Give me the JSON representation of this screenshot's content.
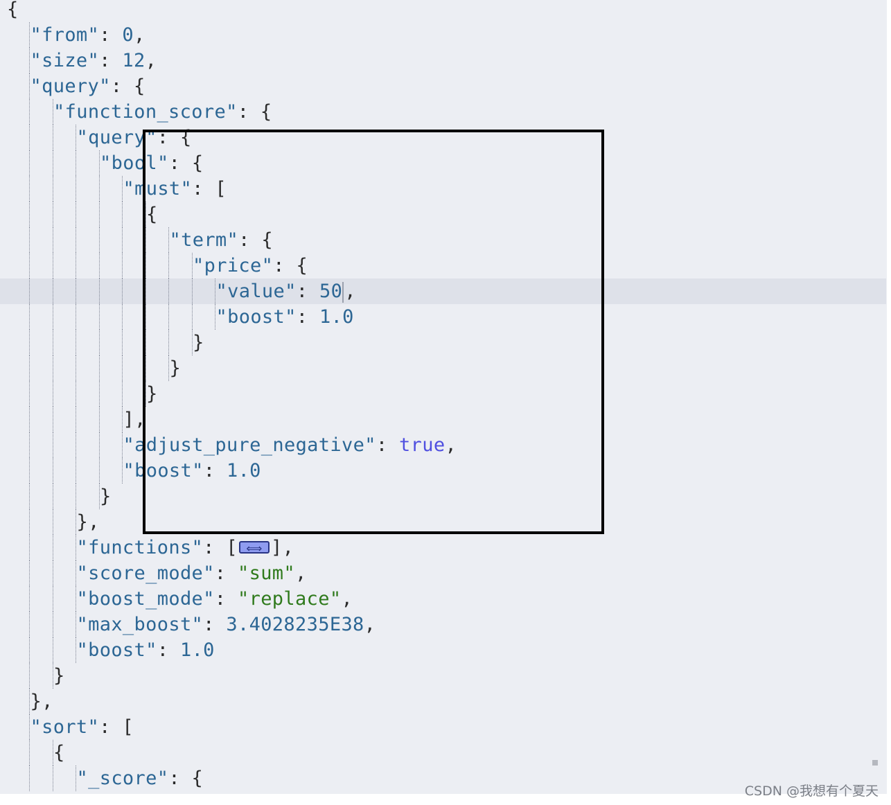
{
  "editor": {
    "lines": [
      {
        "indent": 0,
        "tokens": [
          {
            "t": "{",
            "c": "p"
          }
        ]
      },
      {
        "indent": 1,
        "tokens": [
          {
            "t": "\"from\"",
            "c": "k"
          },
          {
            "t": ": ",
            "c": "p"
          },
          {
            "t": "0",
            "c": "n"
          },
          {
            "t": ",",
            "c": "p"
          }
        ]
      },
      {
        "indent": 1,
        "tokens": [
          {
            "t": "\"size\"",
            "c": "k"
          },
          {
            "t": ": ",
            "c": "p"
          },
          {
            "t": "12",
            "c": "n"
          },
          {
            "t": ",",
            "c": "p"
          }
        ]
      },
      {
        "indent": 1,
        "tokens": [
          {
            "t": "\"query\"",
            "c": "k"
          },
          {
            "t": ": {",
            "c": "p"
          }
        ]
      },
      {
        "indent": 2,
        "tokens": [
          {
            "t": "\"function_score\"",
            "c": "k"
          },
          {
            "t": ": {",
            "c": "p"
          }
        ]
      },
      {
        "indent": 3,
        "tokens": [
          {
            "t": "\"query\"",
            "c": "k"
          },
          {
            "t": ": {",
            "c": "p"
          }
        ]
      },
      {
        "indent": 4,
        "tokens": [
          {
            "t": "\"bool\"",
            "c": "k"
          },
          {
            "t": ": {",
            "c": "p"
          }
        ]
      },
      {
        "indent": 5,
        "tokens": [
          {
            "t": "\"must\"",
            "c": "k"
          },
          {
            "t": ": [",
            "c": "p"
          }
        ]
      },
      {
        "indent": 6,
        "tokens": [
          {
            "t": "{",
            "c": "p"
          }
        ]
      },
      {
        "indent": 7,
        "tokens": [
          {
            "t": "\"term\"",
            "c": "k"
          },
          {
            "t": ": {",
            "c": "p"
          }
        ]
      },
      {
        "indent": 8,
        "tokens": [
          {
            "t": "\"price\"",
            "c": "k"
          },
          {
            "t": ": {",
            "c": "p"
          }
        ]
      },
      {
        "indent": 9,
        "tokens": [
          {
            "t": "\"value\"",
            "c": "k"
          },
          {
            "t": ": ",
            "c": "p"
          },
          {
            "t": "50",
            "c": "n"
          },
          {
            "t": "",
            "c": "cursor"
          },
          {
            "t": ",",
            "c": "p"
          }
        ]
      },
      {
        "indent": 9,
        "tokens": [
          {
            "t": "\"boost\"",
            "c": "k"
          },
          {
            "t": ": ",
            "c": "p"
          },
          {
            "t": "1.0",
            "c": "n"
          }
        ]
      },
      {
        "indent": 8,
        "tokens": [
          {
            "t": "}",
            "c": "p"
          }
        ]
      },
      {
        "indent": 7,
        "tokens": [
          {
            "t": "}",
            "c": "p"
          }
        ]
      },
      {
        "indent": 6,
        "tokens": [
          {
            "t": "}",
            "c": "p"
          }
        ]
      },
      {
        "indent": 5,
        "tokens": [
          {
            "t": "],",
            "c": "p"
          }
        ]
      },
      {
        "indent": 5,
        "tokens": [
          {
            "t": "\"adjust_pure_negative\"",
            "c": "k"
          },
          {
            "t": ": ",
            "c": "p"
          },
          {
            "t": "true",
            "c": "b"
          },
          {
            "t": ",",
            "c": "p"
          }
        ]
      },
      {
        "indent": 5,
        "tokens": [
          {
            "t": "\"boost\"",
            "c": "k"
          },
          {
            "t": ": ",
            "c": "p"
          },
          {
            "t": "1.0",
            "c": "n"
          }
        ]
      },
      {
        "indent": 4,
        "tokens": [
          {
            "t": "}",
            "c": "p"
          }
        ]
      },
      {
        "indent": 3,
        "tokens": [
          {
            "t": "},",
            "c": "p"
          }
        ]
      },
      {
        "indent": 3,
        "tokens": [
          {
            "t": "\"functions\"",
            "c": "k"
          },
          {
            "t": ": [",
            "c": "p"
          },
          {
            "t": "⟺",
            "c": "fold"
          },
          {
            "t": "],",
            "c": "p"
          }
        ]
      },
      {
        "indent": 3,
        "tokens": [
          {
            "t": "\"score_mode\"",
            "c": "k"
          },
          {
            "t": ": ",
            "c": "p"
          },
          {
            "t": "\"sum\"",
            "c": "s"
          },
          {
            "t": ",",
            "c": "p"
          }
        ]
      },
      {
        "indent": 3,
        "tokens": [
          {
            "t": "\"boost_mode\"",
            "c": "k"
          },
          {
            "t": ": ",
            "c": "p"
          },
          {
            "t": "\"replace\"",
            "c": "s"
          },
          {
            "t": ",",
            "c": "p"
          }
        ]
      },
      {
        "indent": 3,
        "tokens": [
          {
            "t": "\"max_boost\"",
            "c": "k"
          },
          {
            "t": ": ",
            "c": "p"
          },
          {
            "t": "3.4028235E38",
            "c": "n"
          },
          {
            "t": ",",
            "c": "p"
          }
        ]
      },
      {
        "indent": 3,
        "tokens": [
          {
            "t": "\"boost\"",
            "c": "k"
          },
          {
            "t": ": ",
            "c": "p"
          },
          {
            "t": "1.0",
            "c": "n"
          }
        ]
      },
      {
        "indent": 2,
        "tokens": [
          {
            "t": "}",
            "c": "p"
          }
        ]
      },
      {
        "indent": 1,
        "tokens": [
          {
            "t": "},",
            "c": "p"
          }
        ]
      },
      {
        "indent": 1,
        "tokens": [
          {
            "t": "\"sort\"",
            "c": "k"
          },
          {
            "t": ": [",
            "c": "p"
          }
        ]
      },
      {
        "indent": 2,
        "tokens": [
          {
            "t": "{",
            "c": "p"
          }
        ]
      },
      {
        "indent": 3,
        "tokens": [
          {
            "t": "\"_score\"",
            "c": "k"
          },
          {
            "t": ": {",
            "c": "p"
          }
        ]
      }
    ],
    "active_line": 11
  },
  "watermark": "CSDN @我想有个夏天",
  "colors": {
    "key": "#2c6694",
    "string": "#2f7a1c",
    "number": "#2c6694",
    "boolean": "#4f4fe0",
    "punctuation": "#2b2b2b",
    "background": "#eceef3",
    "highlight": "#dee1e9",
    "annotation_box": "#000000"
  },
  "icons": {
    "fold_widget": "expand-horizontal-icon"
  }
}
